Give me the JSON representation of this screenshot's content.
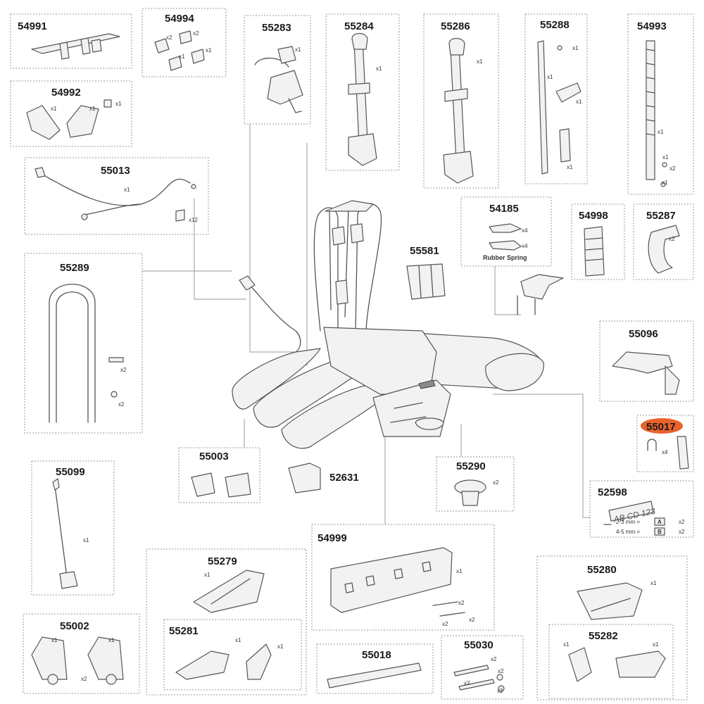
{
  "parts": {
    "p54991": "54991",
    "p54994": "54994",
    "p55283": "55283",
    "p55284": "55284",
    "p55286": "55286",
    "p55288": "55288",
    "p54993": "54993",
    "p54992": "54992",
    "p55013": "55013",
    "p54185": "54185",
    "p54998": "54998",
    "p55287": "55287",
    "p55581": "55581",
    "p55289": "55289",
    "p55096": "55096",
    "p55017": "55017",
    "p55003": "55003",
    "p52631": "52631",
    "p55290": "55290",
    "p52598": "52598",
    "p55099": "55099",
    "p54999": "54999",
    "p55279": "55279",
    "p55280": "55280",
    "p55002": "55002",
    "p55281": "55281",
    "p55018": "55018",
    "p55030": "55030",
    "p55282": "55282"
  },
  "quantities": {
    "x1": "x1",
    "x2": "x2",
    "x4": "x4",
    "x12": "x12"
  },
  "notes": {
    "rubber_spring": "Rubber Spring",
    "plate_text": "AB CD 123",
    "size_a": "2-3 mm =",
    "size_b": "4-5 mm =",
    "letter_a": "A",
    "letter_b": "B"
  },
  "colors": {
    "highlight": "#e8622c"
  }
}
